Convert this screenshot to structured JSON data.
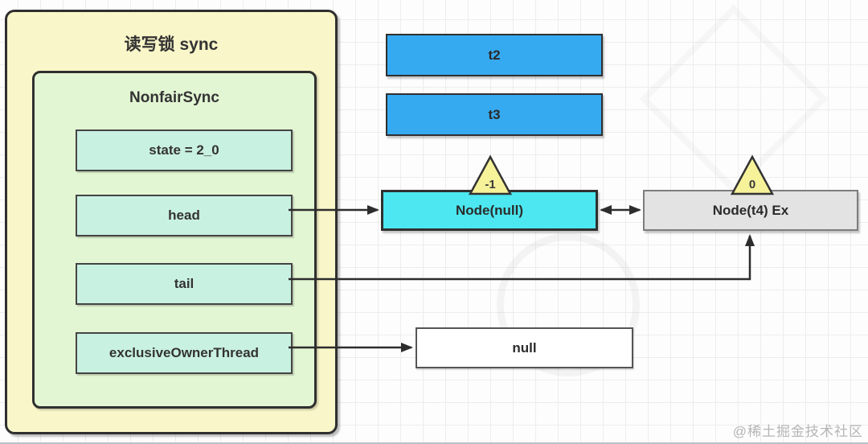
{
  "sync_container": {
    "title": "读写锁 sync"
  },
  "nonfair_sync": {
    "title": "NonfairSync",
    "fields": [
      {
        "id": "state",
        "label": "state = 2_0"
      },
      {
        "id": "head",
        "label": "head"
      },
      {
        "id": "tail",
        "label": "tail"
      },
      {
        "id": "exclusive_owner_thread",
        "label": "exclusiveOwnerThread"
      }
    ]
  },
  "threads": [
    {
      "id": "t2",
      "label": "t2"
    },
    {
      "id": "t3",
      "label": "t3"
    }
  ],
  "queue_nodes": [
    {
      "id": "node-null",
      "label": "Node(null)",
      "wait_status": "-1"
    },
    {
      "id": "node-t4",
      "label": "Node(t4) Ex",
      "wait_status": "0"
    }
  ],
  "null_value_box": {
    "label": "null"
  },
  "edges": [
    {
      "from": "head",
      "to": "node-null",
      "style": "single-arrow"
    },
    {
      "from": "node-null",
      "to": "node-t4",
      "style": "double-arrow"
    },
    {
      "from": "tail",
      "to": "node-t4",
      "style": "elbow-arrow-up"
    },
    {
      "from": "exclusiveOwnerThread",
      "to": "null",
      "style": "single-arrow"
    }
  ],
  "watermark": {
    "label": "@稀土掘金技术社区"
  },
  "colors": {
    "container_yellow": "#f9f6c9",
    "container_green": "#e3f6d3",
    "field_mint": "#c9f1e2",
    "thread_blue": "#36aaf0",
    "node_cyan": "#4ce7f0",
    "node_gray": "#e3e3e3",
    "triangle_yellow": "#f6f29a",
    "arrow_dark": "#2d2d2d",
    "grid_line": "#ededed",
    "watermark_gray": "#b5b5b5",
    "bottom_rule": "#b9c0ca"
  }
}
